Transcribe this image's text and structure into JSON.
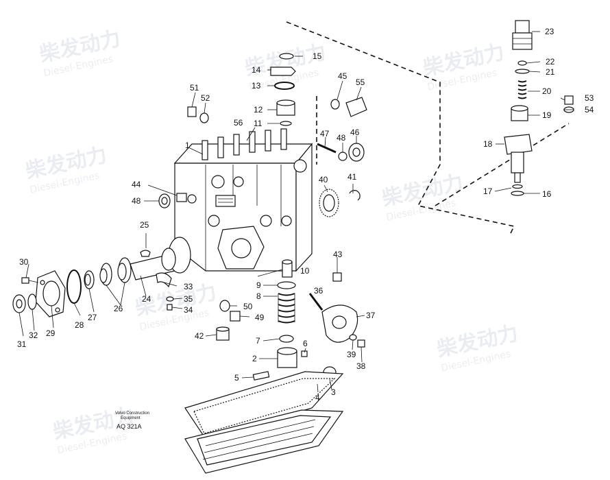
{
  "watermark": {
    "brand": "柴发动力",
    "sub": "Diesel-Engines"
  },
  "reference": {
    "line1": "Volvo Construction",
    "line2": "Equipment",
    "code": "AQ 321A"
  },
  "callouts": [
    {
      "id": "c1",
      "text": "1"
    },
    {
      "id": "c2",
      "text": "2"
    },
    {
      "id": "c3",
      "text": "3"
    },
    {
      "id": "c4",
      "text": "4"
    },
    {
      "id": "c5",
      "text": "5"
    },
    {
      "id": "c6",
      "text": "6"
    },
    {
      "id": "c7",
      "text": "7"
    },
    {
      "id": "c8",
      "text": "8"
    },
    {
      "id": "c9",
      "text": "9"
    },
    {
      "id": "c10",
      "text": "10"
    },
    {
      "id": "c11",
      "text": "11"
    },
    {
      "id": "c12",
      "text": "12"
    },
    {
      "id": "c13",
      "text": "13"
    },
    {
      "id": "c14",
      "text": "14"
    },
    {
      "id": "c15",
      "text": "15"
    },
    {
      "id": "c16",
      "text": "16"
    },
    {
      "id": "c17",
      "text": "17"
    },
    {
      "id": "c18",
      "text": "18"
    },
    {
      "id": "c19",
      "text": "19"
    },
    {
      "id": "c20",
      "text": "20"
    },
    {
      "id": "c21",
      "text": "21"
    },
    {
      "id": "c22",
      "text": "22"
    },
    {
      "id": "c23",
      "text": "23"
    },
    {
      "id": "c24",
      "text": "24"
    },
    {
      "id": "c25",
      "text": "25"
    },
    {
      "id": "c26",
      "text": "26"
    },
    {
      "id": "c27",
      "text": "27"
    },
    {
      "id": "c28",
      "text": "28"
    },
    {
      "id": "c29",
      "text": "29"
    },
    {
      "id": "c30",
      "text": "30"
    },
    {
      "id": "c31",
      "text": "31"
    },
    {
      "id": "c32",
      "text": "32"
    },
    {
      "id": "c33",
      "text": "33"
    },
    {
      "id": "c34",
      "text": "34"
    },
    {
      "id": "c35",
      "text": "35"
    },
    {
      "id": "c36",
      "text": "36"
    },
    {
      "id": "c37",
      "text": "37"
    },
    {
      "id": "c38",
      "text": "38"
    },
    {
      "id": "c39",
      "text": "39"
    },
    {
      "id": "c40",
      "text": "40"
    },
    {
      "id": "c41",
      "text": "41"
    },
    {
      "id": "c42",
      "text": "42"
    },
    {
      "id": "c43",
      "text": "43"
    },
    {
      "id": "c44",
      "text": "44"
    },
    {
      "id": "c45",
      "text": "45"
    },
    {
      "id": "c46",
      "text": "46"
    },
    {
      "id": "c47",
      "text": "47"
    },
    {
      "id": "c48a",
      "text": "48"
    },
    {
      "id": "c48b",
      "text": "48"
    },
    {
      "id": "c49",
      "text": "49"
    },
    {
      "id": "c50",
      "text": "50"
    },
    {
      "id": "c51",
      "text": "51"
    },
    {
      "id": "c52",
      "text": "52"
    },
    {
      "id": "c53",
      "text": "53"
    },
    {
      "id": "c54",
      "text": "54"
    },
    {
      "id": "c55",
      "text": "55"
    },
    {
      "id": "c56",
      "text": "56"
    }
  ]
}
